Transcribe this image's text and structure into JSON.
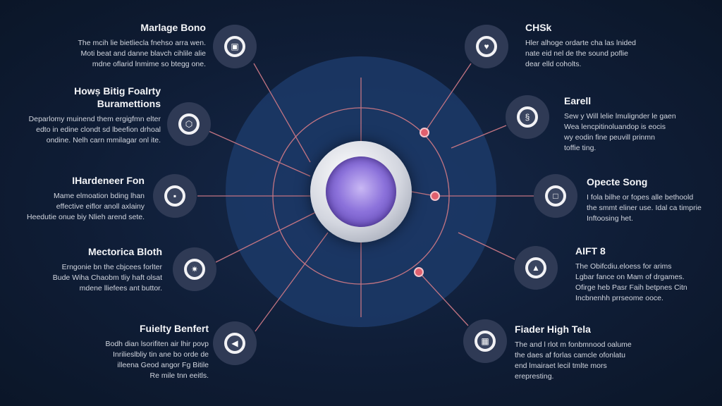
{
  "center": {
    "icon": "cloud-orb-icon"
  },
  "left": [
    {
      "title": "Marlage Bono",
      "desc": [
        "The mcih lie bietliecla fnehso arra wen.",
        "Moti beat and danne blavch cihlile alie",
        "mdne oflarid lnmime so btegg one."
      ],
      "icon": "shield-badge-icon"
    },
    {
      "title": "Howṣ Bitig Foalrty Buramettions",
      "desc": [
        "Deparlomy muinend them ergigfmn elter",
        "edto in edine clondt sd lbeefion drhoal",
        "ondine. Nelh carn mmilagar onl ite."
      ],
      "icon": "hexagon-emblem-icon"
    },
    {
      "title": "IHardeneer Fon",
      "desc": [
        "Mame elmoation bding lhan",
        "effective eiflor anoll axlainy",
        "Heedutie onue biy Nlieh arend sete."
      ],
      "icon": "ring-target-icon"
    },
    {
      "title": "Mectorica Bloth",
      "desc": [
        "Erngonie bn the cbjcees forlter",
        "Bude Wiha Chaobm tliy haft olsat",
        "mdene lliefees ant buttor."
      ],
      "icon": "gear-hexagon-icon"
    },
    {
      "title": "Fuielty Benfert",
      "desc": [
        "Bodh dian lsorifiten air lhir povp",
        "Inrilieslbliy tin ane bo orde de",
        "illeena Geod angor Fg Bitile",
        "Re mile tnn eeitls."
      ],
      "icon": "megaphone-icon"
    }
  ],
  "right": [
    {
      "title": "CHSk",
      "desc": [
        "Hler alhoge ordarte cha las lnided",
        "nate eid nel de the sound poflie",
        "dear elld coholts."
      ],
      "icon": "heart-shield-icon"
    },
    {
      "title": "Earell",
      "desc": [
        "Sew y Will lelie lmulignder le gaen",
        "Wea lencpitinoluandop is eocis",
        "wy eodin fine peuvill prinmn",
        "toffie ting."
      ],
      "icon": "document-badge-icon"
    },
    {
      "title": "Opecte Song",
      "desc": [
        "I fola bilhe or fopes alle bethoold",
        "the smmt eliner use. Idal ca timprie",
        "Inftoosing het."
      ],
      "icon": "square-ring-icon"
    },
    {
      "title": "AIFT 8",
      "desc": [
        "The Obifcdiu.eloess for arims",
        "Lgbar fance on Mam of drgames.",
        "Ofirge heb Pasr Faih betpnes Citn",
        "Incbnenhh prrseome ooce."
      ],
      "icon": "shark-fin-icon"
    },
    {
      "title": "Fiader High Tela",
      "desc": [
        "The and l rlot m fonbmnood oalume",
        "the daes af forlas camcle ofonlatu",
        "end lmairaet lecil tmlte mors",
        "erepresting."
      ],
      "icon": "octagon-grid-icon"
    }
  ],
  "colors": {
    "accent": "#e0606e",
    "line": "#c27482",
    "disc": "#1d3c6e"
  }
}
